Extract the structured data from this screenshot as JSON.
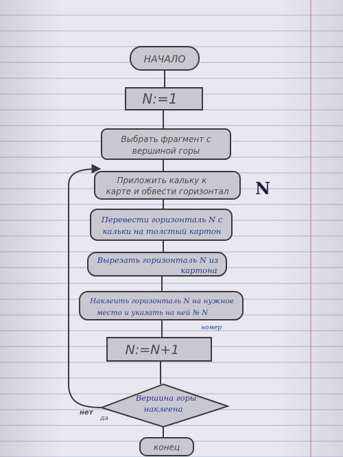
{
  "flowchart": {
    "start": "НАЧАЛО",
    "init": "N:=1",
    "step1": {
      "line1": "Выбрать фрагмент с",
      "line2": "вершиной горы"
    },
    "step2": {
      "line1": "Приложить кальку к",
      "line2": "карте и обвести горизонтал",
      "n_mark": "N"
    },
    "step3": {
      "line1": "Перевести горизонталь N с",
      "line2": "кальки на толстый картон"
    },
    "step4": {
      "line1": "Вырезать горизонталь N из",
      "line2": "картона"
    },
    "step5": {
      "line1": "Наклеить горизонталь N на нужное",
      "line2": "место и указать на ней № N",
      "note": "номер"
    },
    "increment": "N:=N+1",
    "decision": {
      "line1": "Вершина горы",
      "line2": "наклеена"
    },
    "decision_no_label": "нет",
    "decision_yes_label": "да",
    "end": "конец"
  }
}
